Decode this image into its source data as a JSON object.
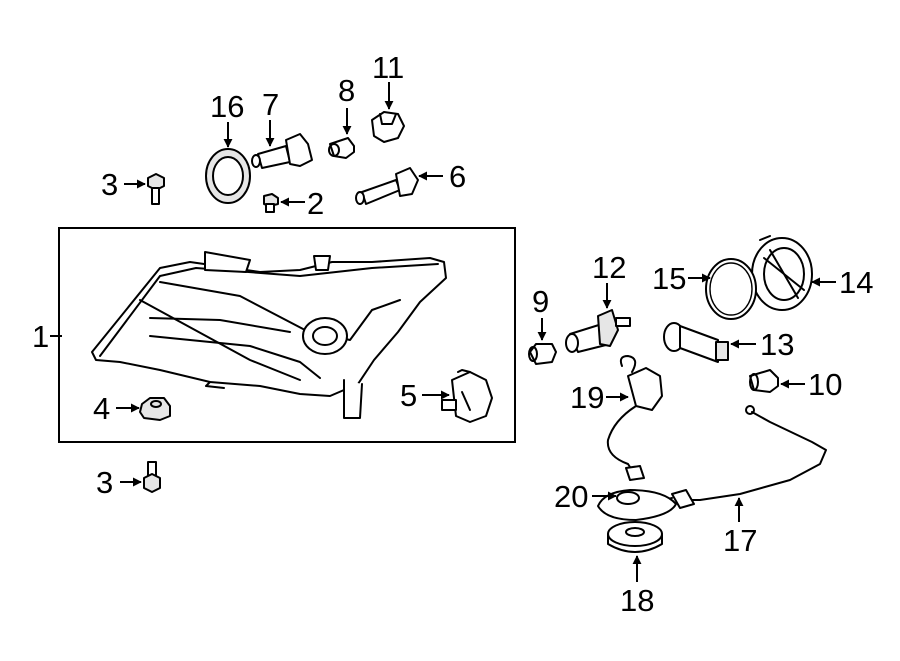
{
  "callouts": {
    "c1": "1",
    "c2": "2",
    "c3a": "3",
    "c3b": "3",
    "c4": "4",
    "c5": "5",
    "c6": "6",
    "c7": "7",
    "c8": "8",
    "c9": "9",
    "c10": "10",
    "c11": "11",
    "c12": "12",
    "c13": "13",
    "c14": "14",
    "c15": "15",
    "c16": "16",
    "c17": "17",
    "c18": "18",
    "c19": "19",
    "c20": "20"
  },
  "icons": {
    "part1": "headlamp-assembly-icon",
    "part2": "bolt-icon",
    "part3": "bolt-icon",
    "part4": "nut-clip-icon",
    "part5": "bulb-socket-icon",
    "part6": "bulb-socket-icon",
    "part7": "halogen-bulb-icon",
    "part8": "wedge-bulb-icon",
    "part9": "wedge-bulb-icon",
    "part10": "wedge-bulb-icon",
    "part11": "bulb-socket-icon",
    "part12": "bulb-icon",
    "part13": "bulb-icon",
    "part14": "cap-icon",
    "part15": "seal-ring-icon",
    "part16": "seal-ring-icon",
    "part17": "wiring-harness-icon",
    "part18": "grommet-icon",
    "part19": "connector-icon",
    "part20": "gasket-icon"
  }
}
